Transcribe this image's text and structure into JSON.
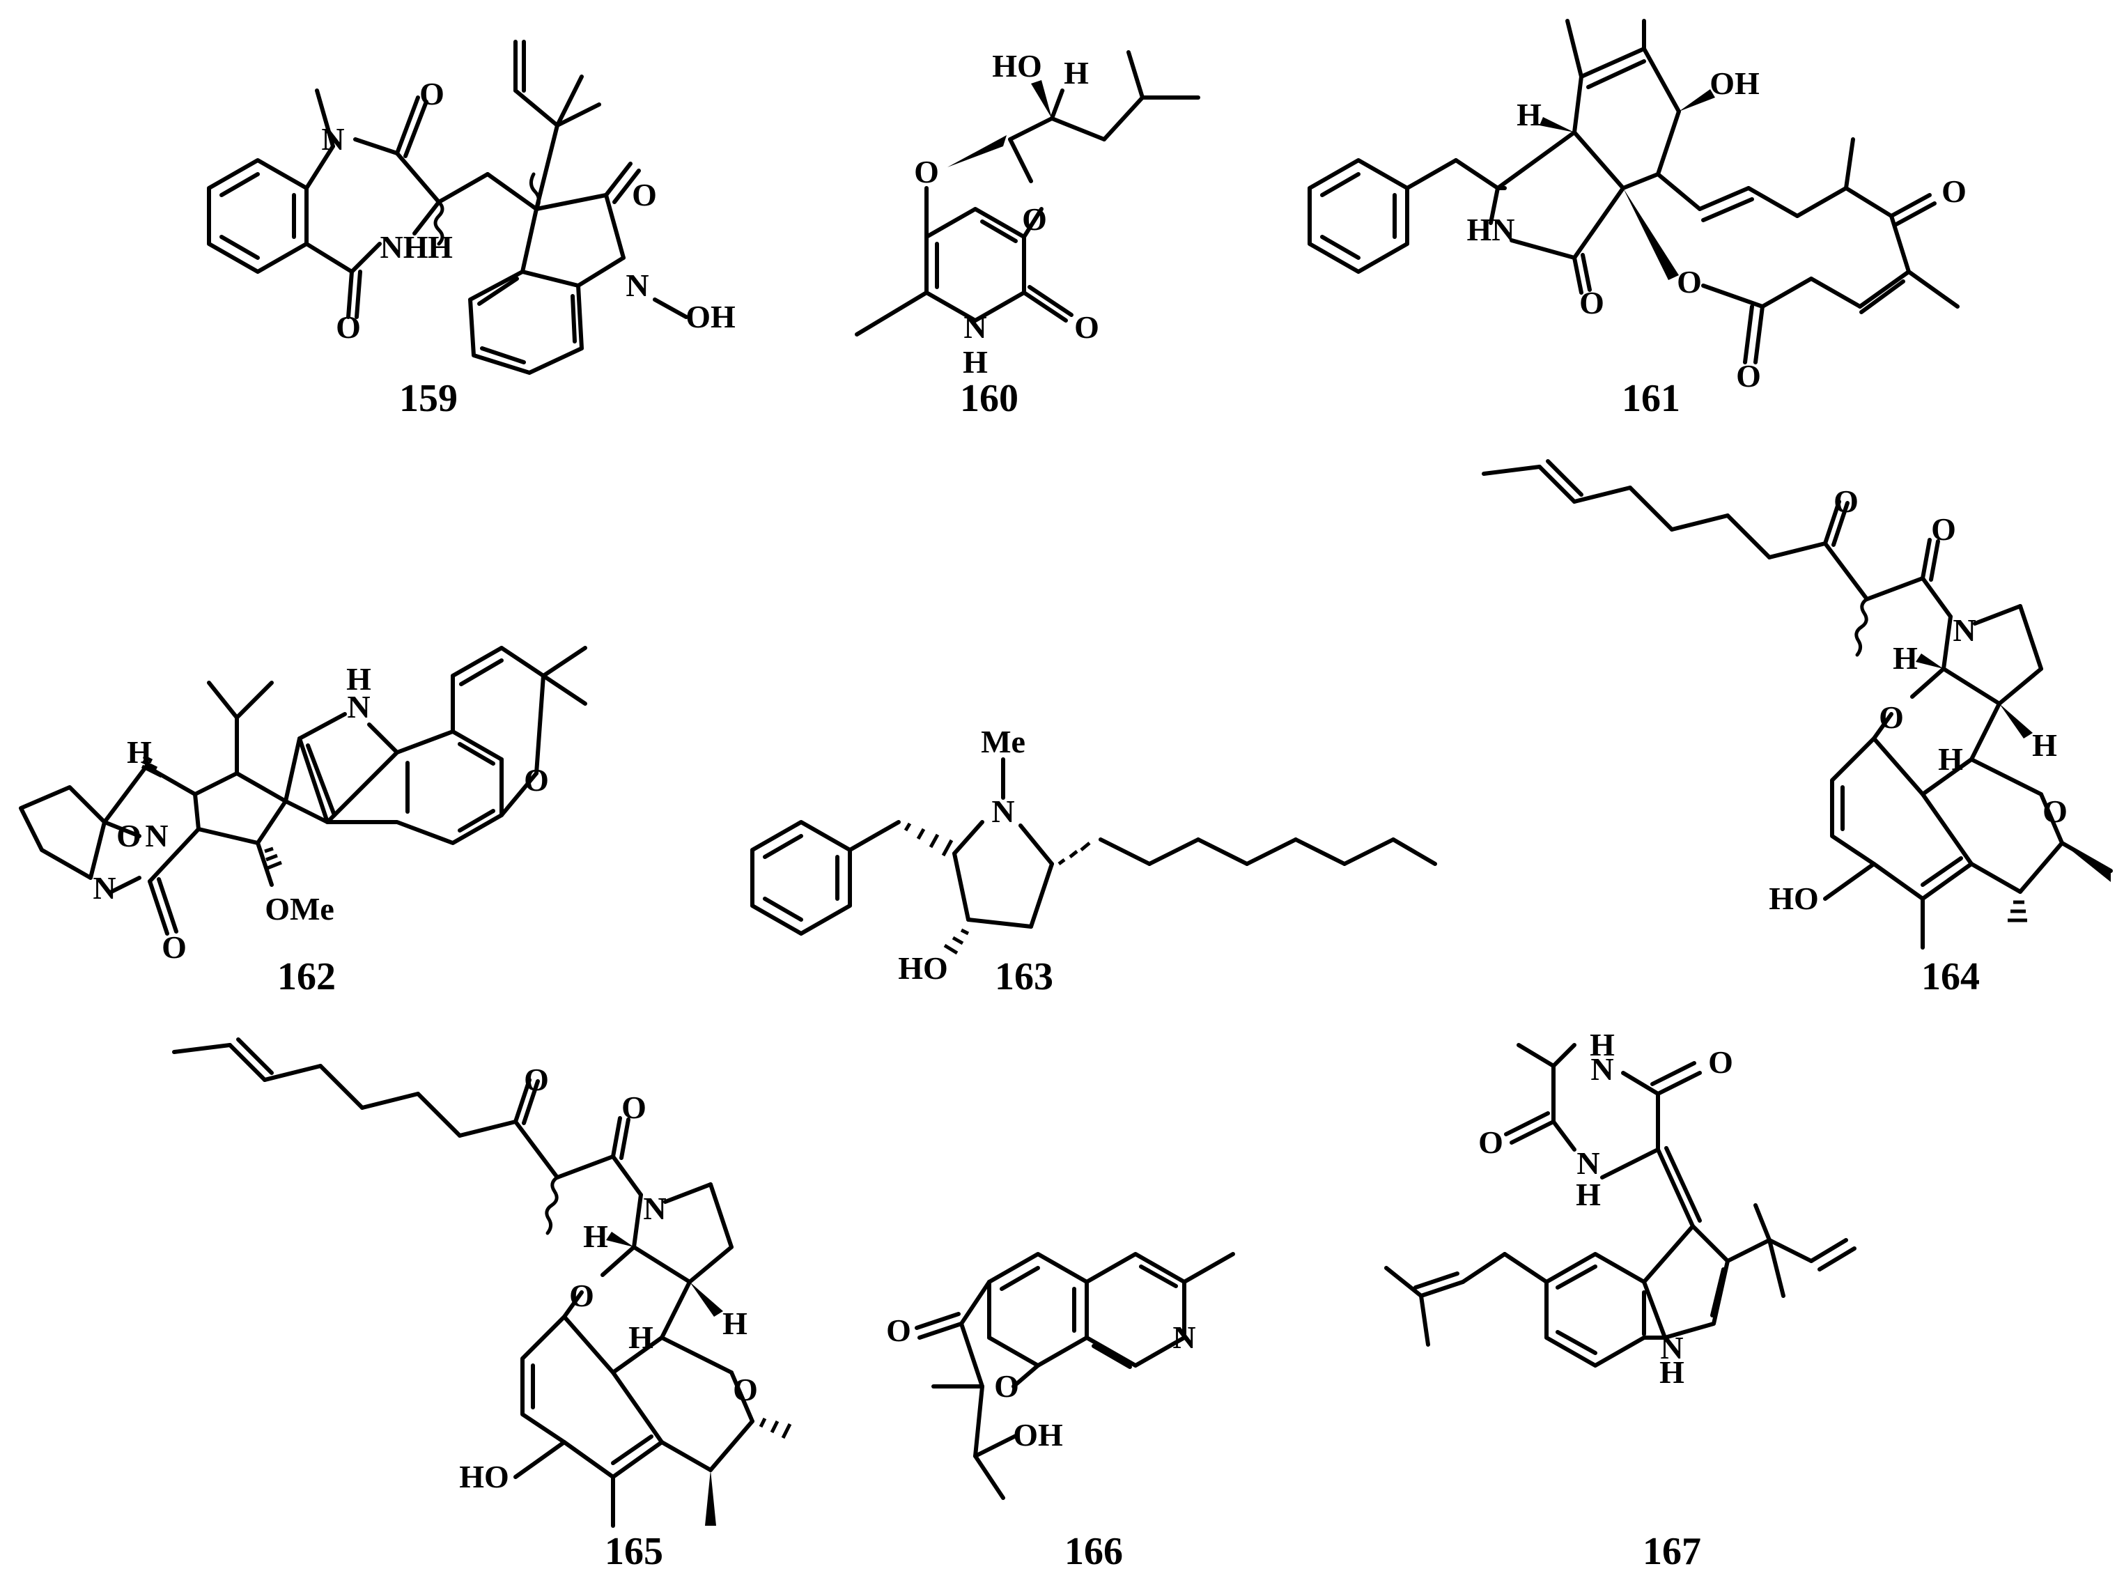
{
  "figure": {
    "background": "#ffffff",
    "ink": "#000000",
    "compounds": [
      {
        "id": "159",
        "label": "159",
        "atoms": [
          "N",
          "O",
          "NH",
          "H",
          "O",
          "N",
          "OH",
          "O"
        ]
      },
      {
        "id": "160",
        "label": "160",
        "atoms": [
          "HO",
          "H",
          "O",
          "O",
          "N",
          "H",
          "O"
        ]
      },
      {
        "id": "161",
        "label": "161",
        "atoms": [
          "H",
          "OH",
          "O",
          "HN",
          "O",
          "O",
          "O"
        ]
      },
      {
        "id": "162",
        "label": "162",
        "atoms": [
          "H",
          "N",
          "H",
          "N",
          "O",
          "O",
          "N",
          "O",
          "OMe"
        ]
      },
      {
        "id": "163",
        "label": "163",
        "atoms": [
          "Me",
          "N",
          "HO"
        ]
      },
      {
        "id": "164",
        "label": "164",
        "atoms": [
          "O",
          "O",
          "N",
          "H",
          "O",
          "H",
          "H",
          "O",
          "HO"
        ]
      },
      {
        "id": "165",
        "label": "165",
        "atoms": [
          "O",
          "O",
          "N",
          "H",
          "O",
          "H",
          "H",
          "O",
          "HO"
        ]
      },
      {
        "id": "166",
        "label": "166",
        "atoms": [
          "N",
          "O",
          "O",
          "OH"
        ]
      },
      {
        "id": "167",
        "label": "167",
        "atoms": [
          "H",
          "N",
          "O",
          "O",
          "N",
          "H",
          "N",
          "H"
        ]
      }
    ]
  }
}
